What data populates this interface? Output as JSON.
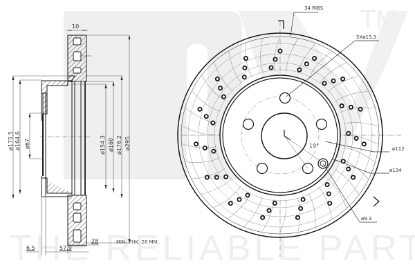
{
  "watermark": {
    "brand": "NK",
    "trademark": "TM",
    "tagline": "THE RELIABLE PART"
  },
  "section_view": {
    "dimensions": {
      "width_top": "10",
      "dia_175_5": "ø175.5",
      "dia_164_6": "ø164.6",
      "dia_67": "ø67",
      "dia_154_3": "ø154.3",
      "dia_160": "ø160",
      "dia_176_2": "ø176.2",
      "dia_295": "ø295",
      "thickness": "28",
      "offset_6_5": "6.5",
      "height_57_9": "57.9"
    },
    "note": "MIN. THK. 26 MM;"
  },
  "front_view": {
    "callouts": {
      "ribs": "34 RIBS",
      "bolt_holes": "5Xø15.3",
      "pcd_112": "ø112",
      "dia_134": "ø134",
      "small_hole": "ø9.3",
      "angle": "19°"
    }
  },
  "colors": {
    "line": "#1a1a1a",
    "dim_line": "#555555",
    "watermark": "#efefef"
  }
}
